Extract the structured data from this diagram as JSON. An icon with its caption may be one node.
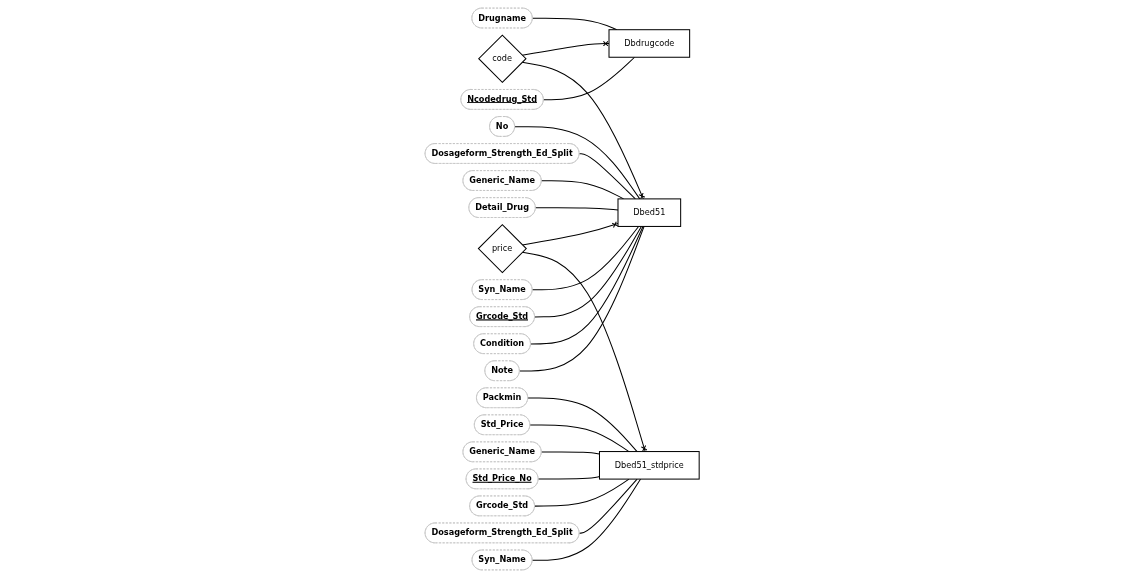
{
  "diagram": {
    "nodes": [
      {
        "text": [
          "Dbdrugcode"
        ]
      },
      {
        "text": [
          "code"
        ]
      },
      {
        "text": [
          "Dbed51"
        ]
      },
      {
        "text": [
          "price"
        ]
      },
      {
        "text": [
          "Dbed51_stdprice"
        ]
      },
      {
        "text": [
          "No"
        ]
      },
      {
        "text": [
          "Dosageform_Strength_Ed_Split"
        ]
      },
      {
        "text": [
          "Generic_Name"
        ]
      },
      {
        "text": [
          "Detail_Drug"
        ]
      },
      {
        "text": [
          "Syn_Name"
        ]
      },
      {
        "text": [
          "Grcode_Std"
        ]
      },
      {
        "text": [
          "Condition"
        ]
      },
      {
        "text": [
          "Note"
        ]
      },
      {
        "text": [
          "Packmin"
        ]
      },
      {
        "text": [
          "Std_Price"
        ]
      },
      {
        "text": [
          "Generic_Name"
        ]
      },
      {
        "text": [
          "Std_Price_No"
        ]
      },
      {
        "text": [
          "Drugname"
        ]
      },
      {
        "text": [
          "Ncodedrug_Std"
        ]
      },
      {
        "text": [
          "Grcode_Std"
        ]
      },
      {
        "text": [
          "Dosageform_Strength_Ed_Split"
        ]
      },
      {
        "text": [
          "Syn_Name"
        ]
      }
    ],
    "edges": [
      {
        "from": 1,
        "to": 0,
        "arrow": "other"
      },
      {
        "from": 1,
        "to": 2,
        "arrow": "other"
      },
      {
        "from": 3,
        "to": 2,
        "arrow": "other"
      },
      {
        "from": 3,
        "to": 4,
        "arrow": "other"
      },
      {
        "from": 5,
        "to": 2,
        "arrow": "none"
      },
      {
        "from": 6,
        "to": 2,
        "arrow": "none"
      },
      {
        "from": 7,
        "to": 2,
        "arrow": "none"
      },
      {
        "from": 8,
        "to": 2,
        "arrow": "none"
      },
      {
        "from": 9,
        "to": 2,
        "arrow": "none"
      },
      {
        "from": 10,
        "to": 2,
        "arrow": "none"
      },
      {
        "from": 11,
        "to": 2,
        "arrow": "none"
      },
      {
        "from": 12,
        "to": 2,
        "arrow": "none"
      },
      {
        "from": 13,
        "to": 4,
        "arrow": "none"
      },
      {
        "from": 14,
        "to": 4,
        "arrow": "none"
      },
      {
        "from": 15,
        "to": 4,
        "arrow": "none"
      },
      {
        "from": 16,
        "to": 4,
        "arrow": "none"
      },
      {
        "from": 17,
        "to": 0,
        "arrow": "none"
      },
      {
        "from": 18,
        "to": 0,
        "arrow": "none"
      },
      {
        "from": 19,
        "to": 4,
        "arrow": "none"
      },
      {
        "from": 20,
        "to": 4,
        "arrow": "none"
      },
      {
        "from": 21,
        "to": 4,
        "arrow": "none"
      }
    ]
  }
}
